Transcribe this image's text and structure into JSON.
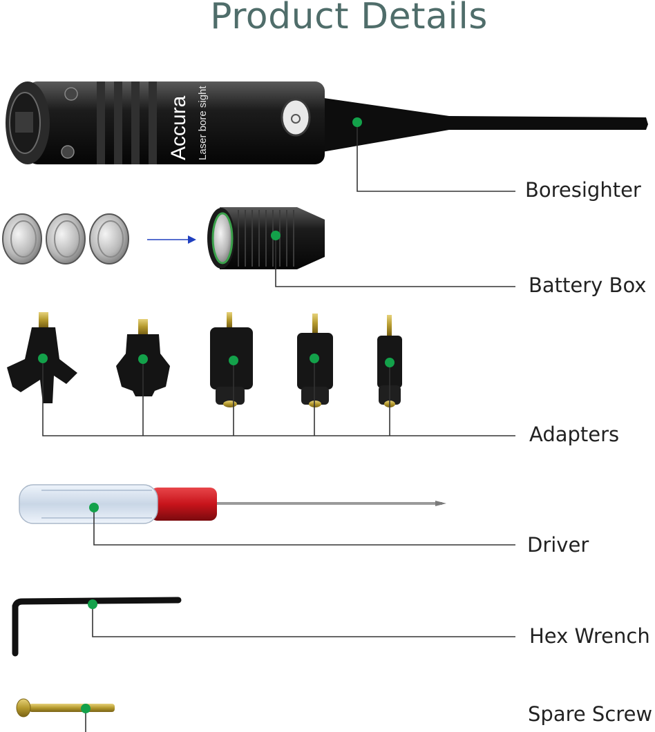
{
  "page": {
    "title": "Product Details"
  },
  "product_text": {
    "brand_logo": "Accura",
    "engraving": "Laser bore sight"
  },
  "parts": [
    {
      "label": "Boresighter"
    },
    {
      "label": "Battery Box"
    },
    {
      "label": "Adapters"
    },
    {
      "label": "Driver"
    },
    {
      "label": "Hex Wrench"
    },
    {
      "label": "Spare Screw"
    }
  ],
  "colors": {
    "title": "#4f6d6a",
    "marker": "#13a14a",
    "leader_line": "#333333",
    "arrow": "#1f3fbf",
    "driver_handle": "#c8141b"
  }
}
